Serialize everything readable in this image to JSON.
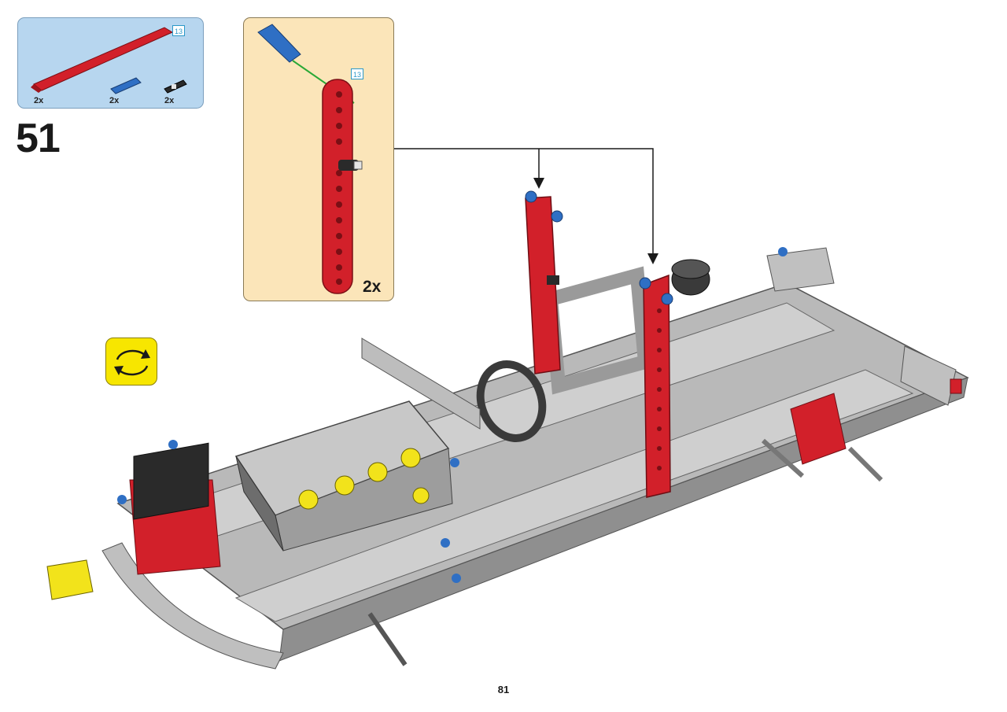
{
  "step": {
    "number": "51"
  },
  "parts_list": {
    "items": [
      {
        "name": "red-beam-13",
        "qty": "2x",
        "size_label": "13",
        "color": "#d2202a"
      },
      {
        "name": "blue-axle-pin",
        "qty": "2x",
        "color": "#2f6fc4"
      },
      {
        "name": "black-friction-pin",
        "qty": "2x",
        "color": "#222222"
      }
    ]
  },
  "sub_assembly": {
    "size_label": "13",
    "multiplier": "2x"
  },
  "page": {
    "number": "81"
  },
  "colors": {
    "parts_box_bg": "#b7d6ef",
    "sub_box_bg": "#fbe5b9",
    "rotate_bg": "#f7e600",
    "lego_red": "#d2202a",
    "lego_grey": "#a9a9a9",
    "lego_yellow": "#f2e31b"
  }
}
